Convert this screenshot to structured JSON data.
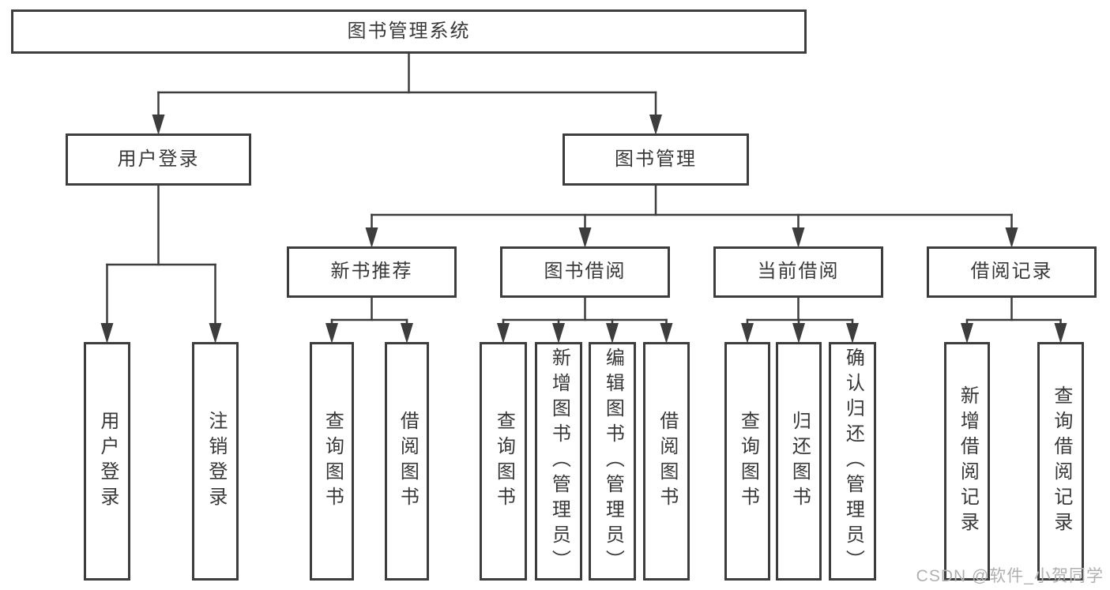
{
  "diagram": {
    "nodes": [
      {
        "id": "root",
        "label": "图书管理系统",
        "orientation": "horizontal"
      },
      {
        "id": "user-login",
        "label": "用户登录",
        "orientation": "horizontal"
      },
      {
        "id": "book-management",
        "label": "图书管理",
        "orientation": "horizontal"
      },
      {
        "id": "new-book-recommend",
        "label": "新书推荐",
        "orientation": "horizontal"
      },
      {
        "id": "book-borrowing",
        "label": "图书借阅",
        "orientation": "horizontal"
      },
      {
        "id": "current-borrowing",
        "label": "当前借阅",
        "orientation": "horizontal"
      },
      {
        "id": "borrowing-records",
        "label": "借阅记录",
        "orientation": "horizontal"
      },
      {
        "id": "leaf-user-login",
        "label": "用户登录",
        "orientation": "vertical"
      },
      {
        "id": "leaf-logout",
        "label": "注销登录",
        "orientation": "vertical"
      },
      {
        "id": "leaf-query-book-a",
        "label": "查询图书",
        "orientation": "vertical"
      },
      {
        "id": "leaf-borrow-book-a",
        "label": "借阅图书",
        "orientation": "vertical"
      },
      {
        "id": "leaf-query-book-b",
        "label": "查询图书",
        "orientation": "vertical"
      },
      {
        "id": "leaf-add-book",
        "label": "新增图书（管理员）",
        "orientation": "vertical"
      },
      {
        "id": "leaf-edit-book",
        "label": "编辑图书（管理员）",
        "orientation": "vertical"
      },
      {
        "id": "leaf-borrow-book-b",
        "label": "借阅图书",
        "orientation": "vertical"
      },
      {
        "id": "leaf-query-book-c",
        "label": "查询图书",
        "orientation": "vertical"
      },
      {
        "id": "leaf-return-book",
        "label": "归还图书",
        "orientation": "vertical"
      },
      {
        "id": "leaf-confirm-return",
        "label": "确认归还（管理员）",
        "orientation": "vertical"
      },
      {
        "id": "leaf-add-borrow-record",
        "label": "新增借阅记录",
        "orientation": "vertical"
      },
      {
        "id": "leaf-query-borrow-record",
        "label": "查询借阅记录",
        "orientation": "vertical"
      }
    ],
    "edges": [
      {
        "parent": "root",
        "children": [
          "user-login",
          "book-management"
        ]
      },
      {
        "parent": "user-login",
        "children": [
          "leaf-user-login",
          "leaf-logout"
        ]
      },
      {
        "parent": "book-management",
        "children": [
          "new-book-recommend",
          "book-borrowing",
          "current-borrowing",
          "borrowing-records"
        ]
      },
      {
        "parent": "new-book-recommend",
        "children": [
          "leaf-query-book-a",
          "leaf-borrow-book-a"
        ]
      },
      {
        "parent": "book-borrowing",
        "children": [
          "leaf-query-book-b",
          "leaf-add-book",
          "leaf-edit-book",
          "leaf-borrow-book-b"
        ]
      },
      {
        "parent": "current-borrowing",
        "children": [
          "leaf-query-book-c",
          "leaf-return-book",
          "leaf-confirm-return"
        ]
      },
      {
        "parent": "borrowing-records",
        "children": [
          "leaf-add-borrow-record",
          "leaf-query-borrow-record"
        ]
      }
    ]
  },
  "watermark": {
    "text": "CSDN @软件_小贺同学"
  },
  "colors": {
    "line": "#3d3d3d",
    "text": "#383838",
    "box_background": "#ffffff",
    "watermark": "#b0b0b0",
    "page_background": "#ffffff"
  }
}
